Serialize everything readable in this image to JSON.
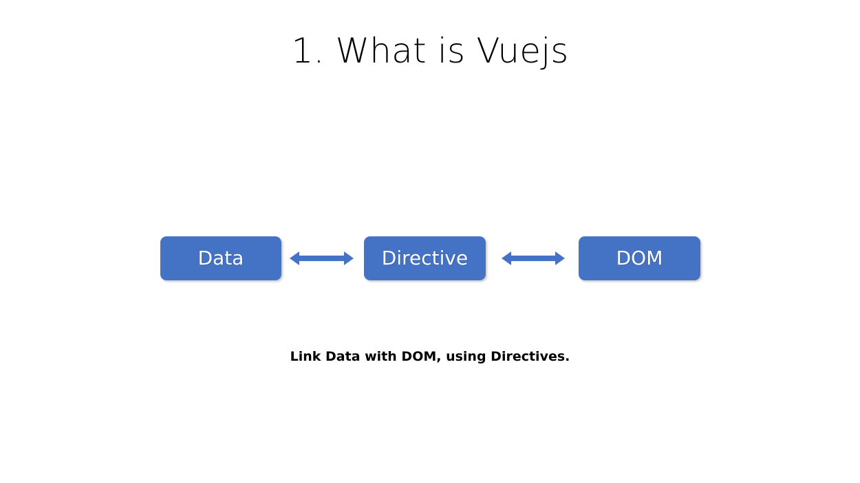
{
  "slide": {
    "title": "1. What is Vuejs",
    "background_color": "#ffffff",
    "caption": "Link Data with DOM, using Directives."
  },
  "diagram": {
    "type": "flow",
    "accent_color": "#4472C4",
    "label_color": "#ffffff",
    "boxes": [
      {
        "id": "data",
        "label": "Data"
      },
      {
        "id": "directive",
        "label": "Directive"
      },
      {
        "id": "dom",
        "label": "DOM"
      }
    ],
    "connectors": [
      {
        "id": "data-directive",
        "icon": "double-arrow-horizontal-icon",
        "from": "data",
        "to": "directive"
      },
      {
        "id": "directive-dom",
        "icon": "double-arrow-horizontal-icon",
        "from": "directive",
        "to": "dom"
      }
    ]
  }
}
